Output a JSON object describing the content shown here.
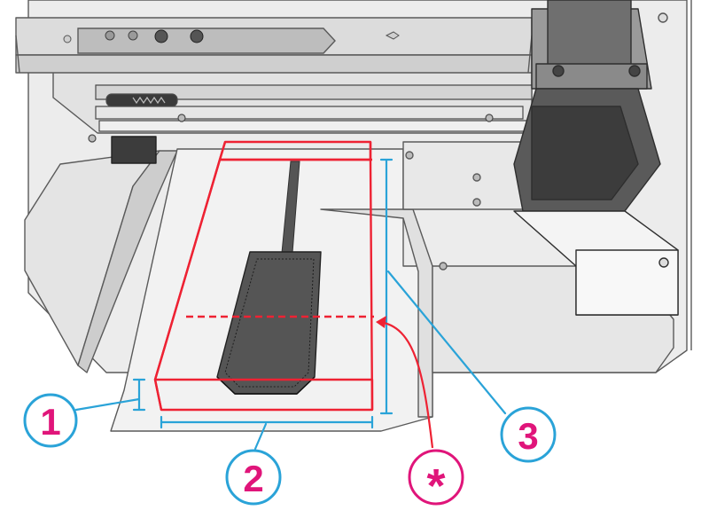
{
  "callouts": {
    "one": {
      "label": "1"
    },
    "two": {
      "label": "2"
    },
    "three": {
      "label": "3"
    },
    "star": {
      "label": "*"
    }
  },
  "colors": {
    "callout_blue": "#2aa3d8",
    "callout_magenta": "#e0157a",
    "box_red": "#ee2233",
    "machine_grey": "#d9d9d9",
    "machine_dark": "#4a4a4a",
    "outline": "#5a5a5a"
  }
}
